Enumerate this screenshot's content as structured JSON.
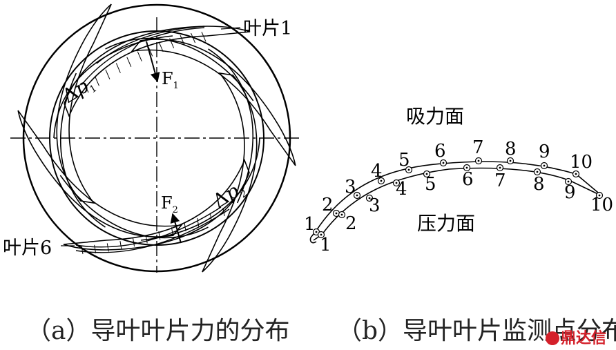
{
  "panel_a": {
    "blade_top_label": "叶片1",
    "blade_bottom_label": "叶片6",
    "force_1": {
      "letter": "F",
      "sub": "1"
    },
    "force_2": {
      "letter": "F",
      "sub": "2"
    },
    "dp_1": {
      "delta": "Δ",
      "p": "p",
      "sub": "1"
    },
    "dp_2": {
      "delta": "Δ",
      "p": "p",
      "sub": "2"
    },
    "caption": "（a）导叶叶片力的分布"
  },
  "panel_b": {
    "suction_label": "吸力面",
    "pressure_label": "压力面",
    "upper_point_labels": [
      "1",
      "2",
      "3",
      "4",
      "5",
      "6",
      "7",
      "8",
      "9",
      "10"
    ],
    "lower_point_labels": [
      "1",
      "2",
      "3",
      "4",
      "5",
      "6",
      "7",
      "8",
      "9",
      "10"
    ],
    "caption": "（b）导叶叶片监测点分布"
  },
  "watermark": {
    "text": "鼎达信",
    "icon": "logo-circle-icon",
    "color": "#d4202a"
  }
}
